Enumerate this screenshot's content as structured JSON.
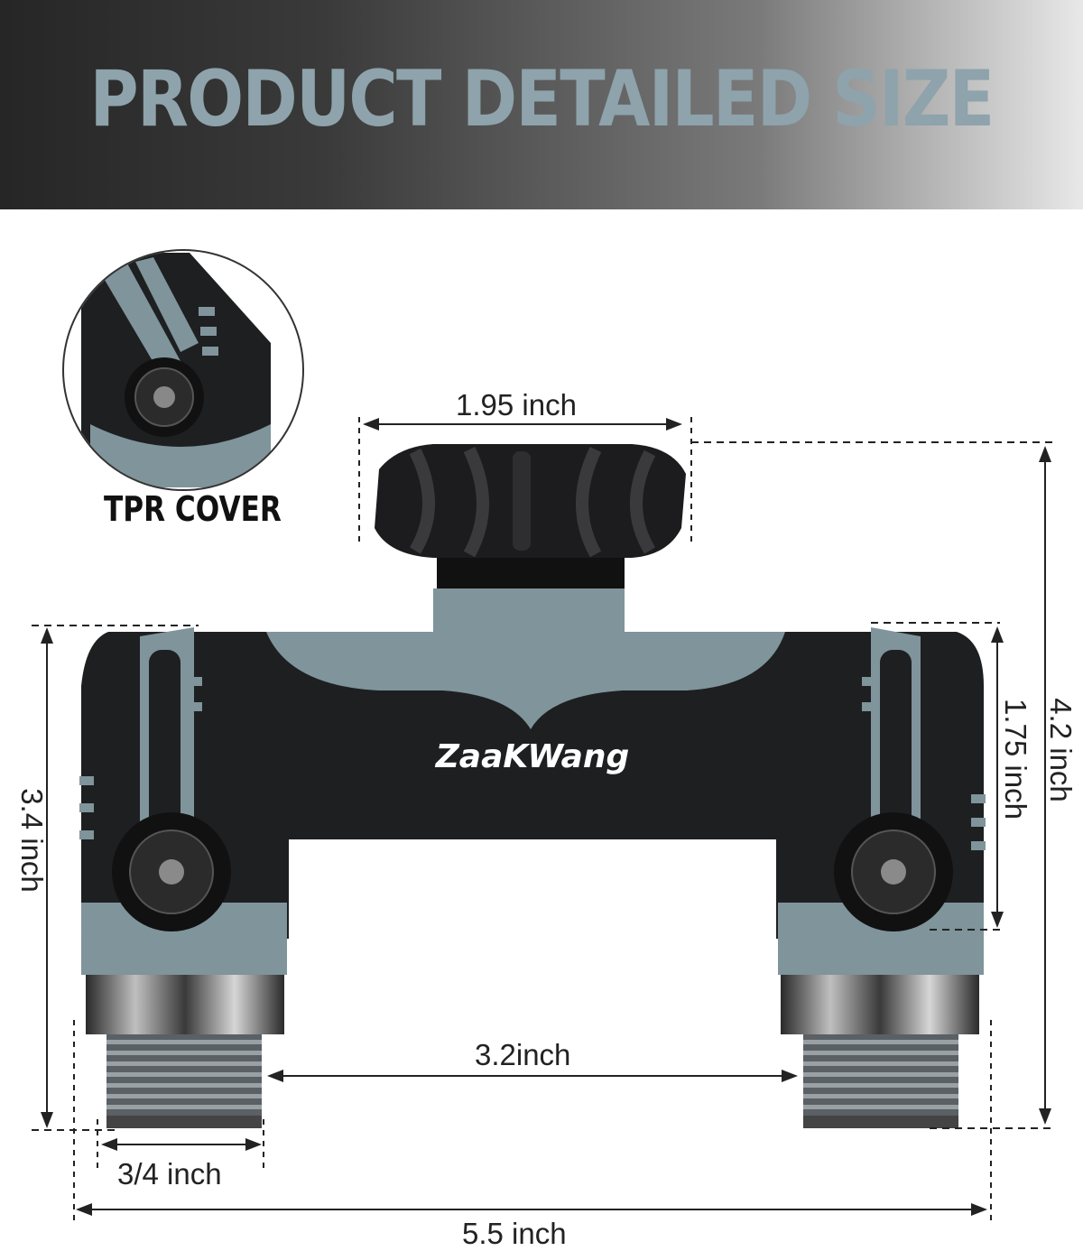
{
  "header": {
    "title": "PRODUCT DETAILED SIZE"
  },
  "callout": {
    "label": "TPR COVER"
  },
  "product": {
    "brand": "ZaaKWang"
  },
  "dimensions": {
    "top_width": "1.95 inch",
    "total_height": "4.2 inch",
    "body_height": "3.4 inch",
    "valve_height": "1.75 inch",
    "outlet_spacing": "3.2inch",
    "thread_size": "3/4 inch",
    "total_width": "5.5 inch"
  },
  "colors": {
    "accent": "#8ea3ab",
    "body": "#1e1f21",
    "trim": "#7f949b",
    "background": "#ffffff"
  }
}
